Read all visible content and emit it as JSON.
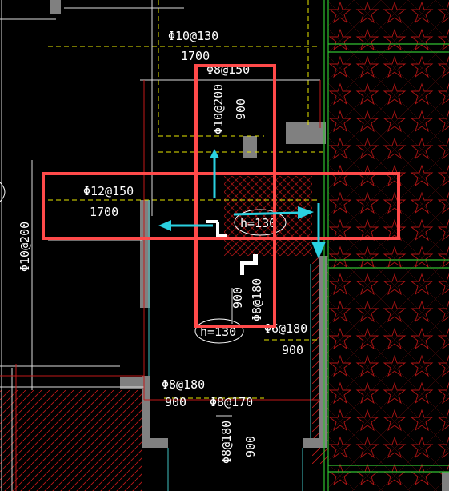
{
  "drawing": {
    "labels": {
      "rebar_top": "Φ10@130",
      "len_top": "1700",
      "rebar_top2": "Φ8@150",
      "rebar_vert_mid": "Φ10@200",
      "len_vert_mid": "900",
      "rebar_horiz": "Φ12@150",
      "len_horiz": "1700",
      "rebar_left": "Φ10@200",
      "slab_h_1": "h=130",
      "slab_h_2": "h=130",
      "len_900_a": "900",
      "rebar_8_180_a": "Φ8@180",
      "rebar_6_180": "Φ6@180",
      "len_900_b": "900",
      "rebar_8_180_b": "Φ8@180",
      "len_900_c": "900",
      "rebar_8_170": "Φ8@170",
      "rebar_8_180_c": "Φ8@180",
      "len_900_d": "900"
    },
    "colors": {
      "background": "#000000",
      "highlight_box": "#ff4a4a",
      "arrow": "#2ad0e0",
      "wall_fill": "#808080",
      "hatch": "#c01818",
      "dim_line": "#ffffff",
      "guide_yellow": "#f0f000",
      "guide_green": "#30c030",
      "cyan_line": "#40c0c0"
    },
    "annotations": {
      "arrows": [
        "arrow-up",
        "arrow-left",
        "arrow-right",
        "arrow-down"
      ]
    }
  }
}
